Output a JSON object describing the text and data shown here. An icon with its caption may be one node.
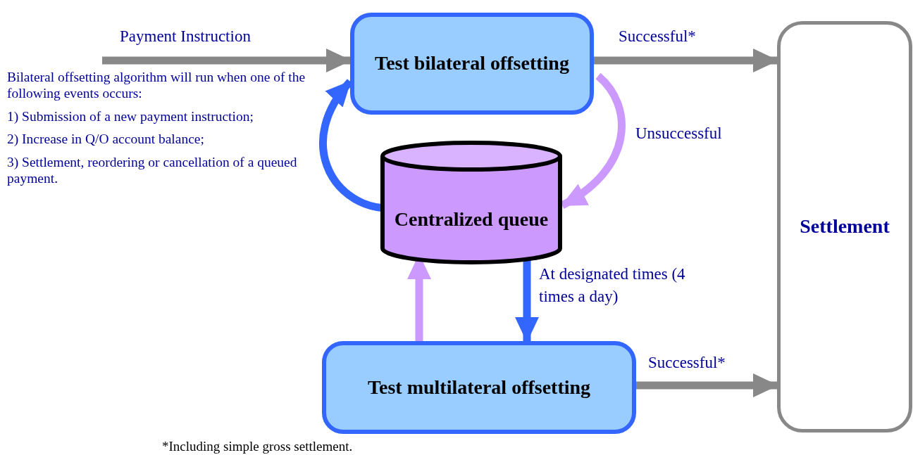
{
  "diagram": {
    "nodes": [
      {
        "text": [
          "Test bilateral offsetting"
        ]
      },
      {
        "text": [
          "Centralized queue"
        ]
      },
      {
        "text": [
          "Test multilateral offsetting"
        ]
      },
      {
        "text": [
          "Settlement"
        ]
      }
    ],
    "edges": [
      {
        "from": null,
        "to": 0,
        "arrow": "to",
        "label": "Payment Instruction"
      },
      {
        "from": 0,
        "to": 3,
        "arrow": "to",
        "label": "Successful*"
      },
      {
        "from": 0,
        "to": 1,
        "arrow": "to",
        "label": "Unsuccessful",
        "color": "#cc99ff"
      },
      {
        "from": 1,
        "to": 0,
        "arrow": "to",
        "color": "#3366ff"
      },
      {
        "from": 1,
        "to": 2,
        "arrow": "to",
        "label": "At designated times (4 times a day)",
        "color": "#3366ff"
      },
      {
        "from": 2,
        "to": 1,
        "arrow": "to",
        "color": "#cc99ff"
      },
      {
        "from": 2,
        "to": 3,
        "arrow": "to",
        "label": "Successful*"
      }
    ],
    "labels": [
      "Bilateral offsetting algorithm will run when one of the following events occurs:",
      "1) Submission of a new payment instruction;",
      "2) Increase in Q/O account balance;",
      "3) Settlement, reordering or cancellation of a queued payment.",
      "*Including simple gross settlement."
    ]
  }
}
